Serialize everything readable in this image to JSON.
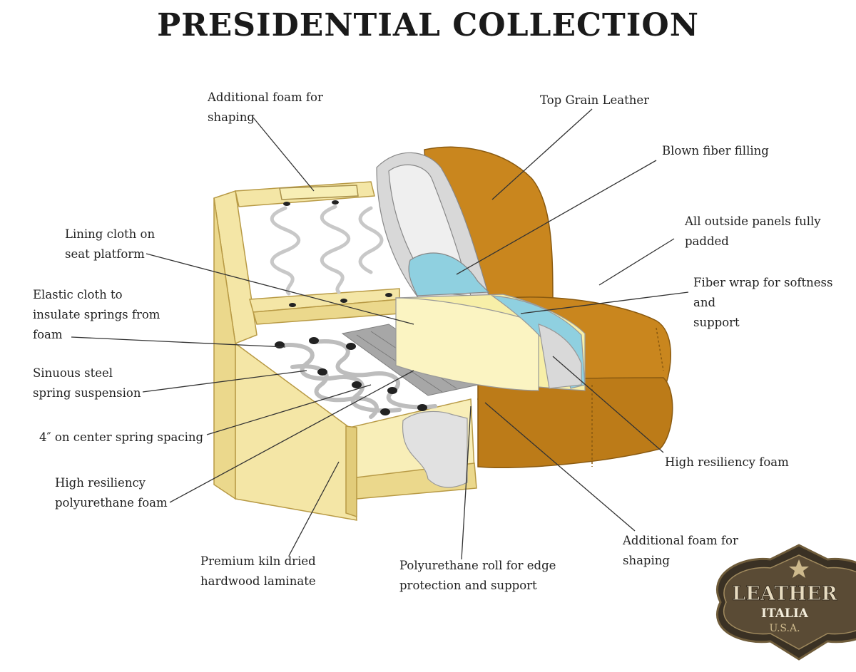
{
  "title": "PRESIDENTIAL COLLECTION",
  "labels": {
    "additional_foam_top": "Additional foam for\nshaping",
    "top_grain_leather": "Top Grain Leather",
    "blown_fiber": "Blown fiber filling",
    "outside_panels": "All outside panels fully\npadded",
    "fiber_wrap": "Fiber wrap for softness and\nsupport",
    "lining_cloth": "Lining cloth on\nseat platform",
    "elastic_cloth": "Elastic cloth to\ninsulate springs from\nfoam",
    "sinuous_steel": "Sinuous steel\nspring suspension",
    "spring_spacing": "4″ on center spring spacing",
    "hr_foam_right": "High resiliency foam",
    "hr_poly_foam": "High resiliency\npolyurethane foam",
    "kiln_dried": "Premium kiln dried\nhardwood laminate",
    "poly_roll": "Polyurethane roll for edge\nprotection and support",
    "additional_foam_bottom": "Additional foam for\nshaping"
  },
  "logo": {
    "line1": "LEATHER",
    "line2": "ITALIA",
    "line3": "U.S.A."
  },
  "colors": {
    "leather": "#C9861E",
    "leather_dark": "#9A6412",
    "wood": "#F3E5A0",
    "wood_edge": "#C9AE55",
    "foam_yellow": "#F7EFA8",
    "fiber_blue": "#8FD0E0",
    "fiber_gray": "#D9D9D9"
  },
  "icons": {
    "logo": "leather-italia-badge-icon"
  }
}
